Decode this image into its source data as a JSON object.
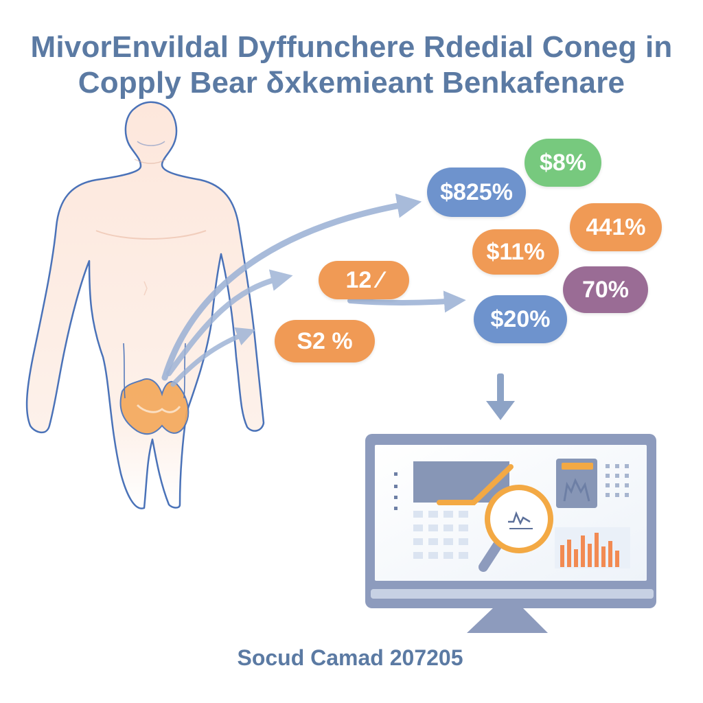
{
  "title": {
    "line1": "MivorEnvildal Dyffunchere Rdedial Coneg in",
    "line2": "Copply Bear δxkemieant Benkafenare"
  },
  "badges": {
    "b1": "12 ⁄",
    "b2": "S2 %",
    "b3": "$825%",
    "b4": "$8%",
    "b5": "441%",
    "b6": "$11%",
    "b7": "70%",
    "b8": "$20%"
  },
  "footer": {
    "label": "Socud Camad 207205"
  },
  "colors": {
    "title": "#5b7aa3",
    "outline": "#4a72b8",
    "skin": "#fde7dc",
    "arrow": "#9fb4d6",
    "orange": "#f09a55",
    "blue": "#6e93cd",
    "green": "#77c97e",
    "purple": "#9a6c95",
    "monitor": "#8d9bbd"
  },
  "icons": {
    "body": "human-body-figure",
    "organ": "abdominal-organ-icon",
    "monitor": "desktop-monitor-icon",
    "magnifier": "magnifier-icon",
    "down_arrow": "down-arrow-icon"
  }
}
